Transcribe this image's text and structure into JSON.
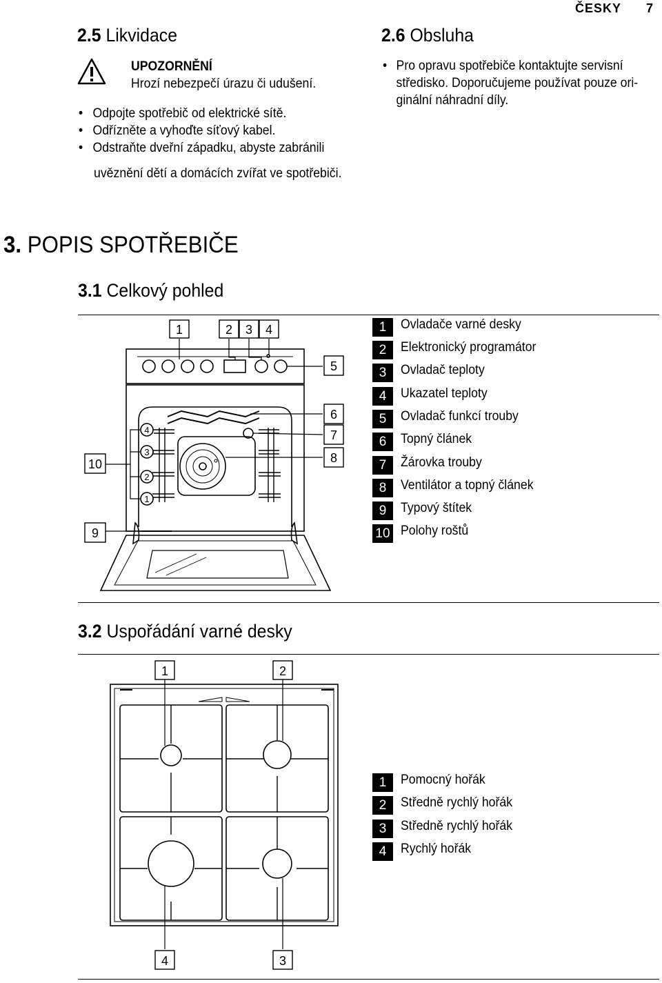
{
  "header": {
    "language": "ČESKY",
    "page_number": "7"
  },
  "section_2_5": {
    "number": "2.5",
    "title": "Likvidace",
    "warning_title": "UPOZORNĚNÍ",
    "warning_text": "Hrozí nebezpečí úrazu či udušení.",
    "bullets": [
      "Odpojte spotřebič od elektrické sítě.",
      "Odřízněte a vyhoďte síťový kabel.",
      "Odstraňte dveřní západku, abyste zabránili",
      "uvěznění dětí a domácích zvířat ve spotřebiči."
    ]
  },
  "section_2_6": {
    "number": "2.6",
    "title": "Obsluha",
    "bullet_lines": [
      "Pro opravu spotřebiče kontaktujte servisní",
      "středisko. Doporučujeme používat pouze ori-",
      "ginální náhradní díly."
    ]
  },
  "chapter_3": {
    "number": "3.",
    "title": "POPIS SPOTŘEBIČE"
  },
  "section_3_1": {
    "number": "3.1",
    "title": "Celkový pohled",
    "diagram_labels": [
      "1",
      "2",
      "3",
      "4",
      "5",
      "6",
      "7",
      "8",
      "9",
      "10"
    ],
    "shelf_labels": [
      "4",
      "3",
      "2",
      "1"
    ],
    "legend": [
      {
        "n": "1",
        "text": "Ovladače varné desky"
      },
      {
        "n": "2",
        "text": "Elektronický programátor"
      },
      {
        "n": "3",
        "text": "Ovladač teploty"
      },
      {
        "n": "4",
        "text": "Ukazatel teploty"
      },
      {
        "n": "5",
        "text": "Ovladač funkcí trouby"
      },
      {
        "n": "6",
        "text": "Topný článek"
      },
      {
        "n": "7",
        "text": "Žárovka trouby"
      },
      {
        "n": "8",
        "text": "Ventilátor a topný článek"
      },
      {
        "n": "9",
        "text": "Typový štítek"
      },
      {
        "n": "10",
        "text": "Polohy roštů"
      }
    ]
  },
  "section_3_2": {
    "number": "3.2",
    "title": "Uspořádání varné desky",
    "diagram_labels": [
      "1",
      "2",
      "4",
      "3"
    ],
    "legend": [
      {
        "n": "1",
        "text": "Pomocný hořák"
      },
      {
        "n": "2",
        "text": "Středně rychlý hořák"
      },
      {
        "n": "3",
        "text": "Středně rychlý hořák"
      },
      {
        "n": "4",
        "text": "Rychlý hořák"
      }
    ]
  }
}
